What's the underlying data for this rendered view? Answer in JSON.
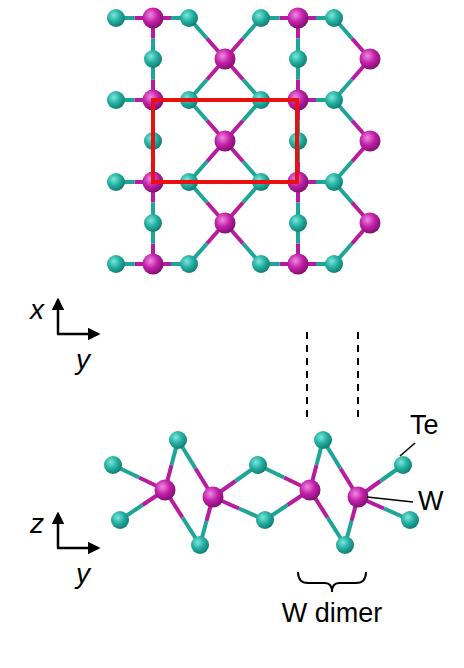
{
  "diagram": {
    "labels": [
      "x",
      "y",
      "z",
      "y",
      "Te",
      "W",
      "W dimer"
    ]
  }
}
